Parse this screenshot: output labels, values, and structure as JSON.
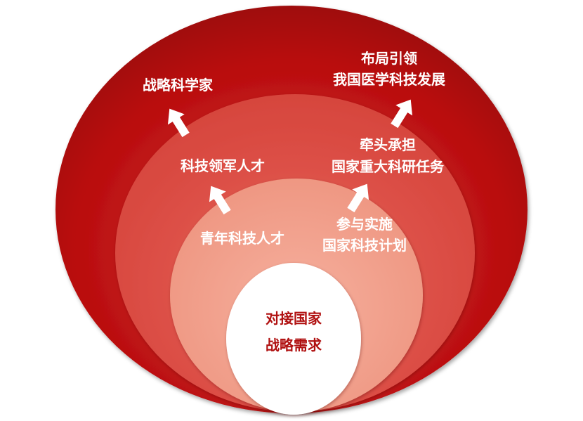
{
  "colors": {
    "outer_ring": "#b50f0f",
    "middle_ring": "#dc5148",
    "inner_ring": "#f2a08c",
    "core": "#ffffff",
    "white_text": "#ffffff",
    "core_text": "#b01010"
  },
  "outer_ring": {
    "left_label": "战略科学家",
    "right_label_line1": "布局引领",
    "right_label_line2": "我国医学科技发展"
  },
  "middle_ring": {
    "left_label": "科技领军人才",
    "right_label_line1": "牵头承担",
    "right_label_line2": "国家重大科研任务"
  },
  "inner_ring": {
    "left_label": "青年科技人才",
    "right_label_line1": "参与实施",
    "right_label_line2": "国家科技计划"
  },
  "core": {
    "label_line1": "对接国家",
    "label_line2": "战略需求"
  }
}
